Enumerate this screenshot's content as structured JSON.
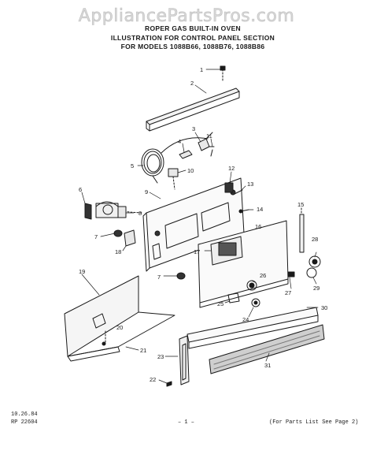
{
  "watermark": "AppliancePartsPros.com",
  "header": {
    "line1": "ROPER GAS BUILT-IN OVEN",
    "line2": "ILLUSTRATION FOR CONTROL PANEL SECTION",
    "line3": "FOR MODELS 1088B66, 1088B76, 1088B86"
  },
  "callouts": [
    "1",
    "2",
    "3",
    "4",
    "5",
    "6",
    "7",
    "7",
    "8",
    "9",
    "10",
    "11",
    "12",
    "13",
    "14",
    "15",
    "16",
    "17",
    "18",
    "19",
    "20",
    "21",
    "22",
    "23",
    "24",
    "25",
    "26",
    "27",
    "28",
    "29",
    "30",
    "31"
  ],
  "footer": {
    "date": "10.26.84",
    "code": "RP 22604",
    "page": "– 1 –",
    "note": "(For Parts List See Page 2)"
  }
}
